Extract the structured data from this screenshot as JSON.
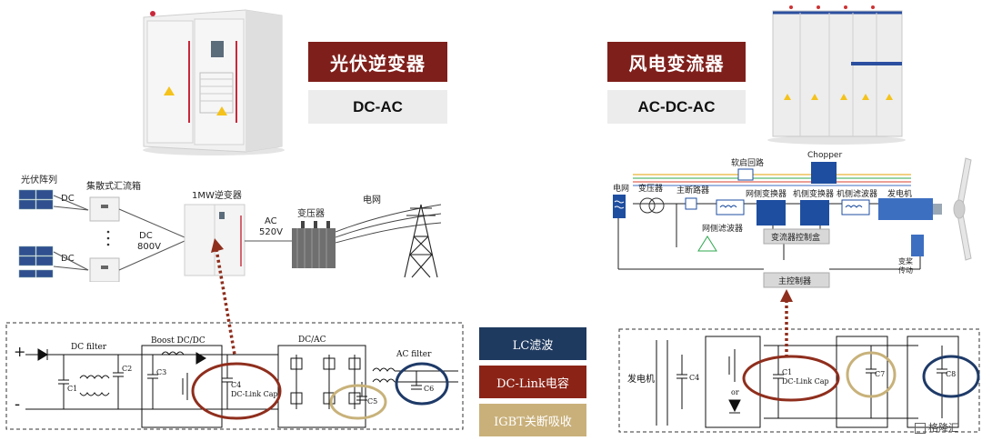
{
  "left": {
    "title": "光伏逆变器",
    "subtitle": "DC-AC",
    "system": {
      "pv_array": "光伏阵列",
      "combiner": "集散式汇流箱",
      "dc1": "DC",
      "dc2": "DC",
      "dc_800": "DC",
      "dc_800_v": "800V",
      "inverter": "1MW逆变器",
      "ac": "AC",
      "ac_v": "520V",
      "transformer": "变压器",
      "grid": "电网"
    },
    "circuit": {
      "dc_filter": "DC filter",
      "boost": "Boost DC/DC",
      "dcac": "DC/AC",
      "ac_filter": "AC filter",
      "plus": "+",
      "minus": "-",
      "c1": "C1",
      "c2": "C2",
      "c3": "C3",
      "c4": "C4",
      "c4_note": "DC-Link Cap.",
      "c5": "C5",
      "c6": "C6"
    }
  },
  "right": {
    "title": "风电变流器",
    "subtitle": "AC-DC-AC",
    "system": {
      "grid": "电网",
      "transformer": "变压器",
      "main_breaker": "主断路器",
      "soft_start": "软启回路",
      "chopper": "Chopper",
      "grid_converter": "网侧变换器",
      "machine_converter": "机侧变换器",
      "machine_filter": "机侧滤波器",
      "generator": "发电机",
      "grid_filter": "网侧滤波器",
      "converter_control": "变流器控制盒",
      "main_control": "主控制器",
      "pitch1": "变桨",
      "pitch2": "传动"
    },
    "circuit": {
      "generator": "发电机",
      "c4": "C4",
      "c1": "C1",
      "c1_note": "DC-Link Cap",
      "c7": "C7",
      "c8": "C8",
      "or": "or"
    }
  },
  "legend": {
    "lc": "LC滤波",
    "dclink": "DC-Link电容",
    "igbt": "IGBT关断吸收"
  },
  "colors": {
    "title_red": "#7f1f1b",
    "legend_navy": "#1f3a5f",
    "legend_red": "#8b2417",
    "legend_gold": "#c9b07a",
    "circle_red": "#8f2e1d",
    "circle_navy": "#1e3a68",
    "circle_gold": "#c8b27a"
  },
  "watermark": "格隆汇"
}
